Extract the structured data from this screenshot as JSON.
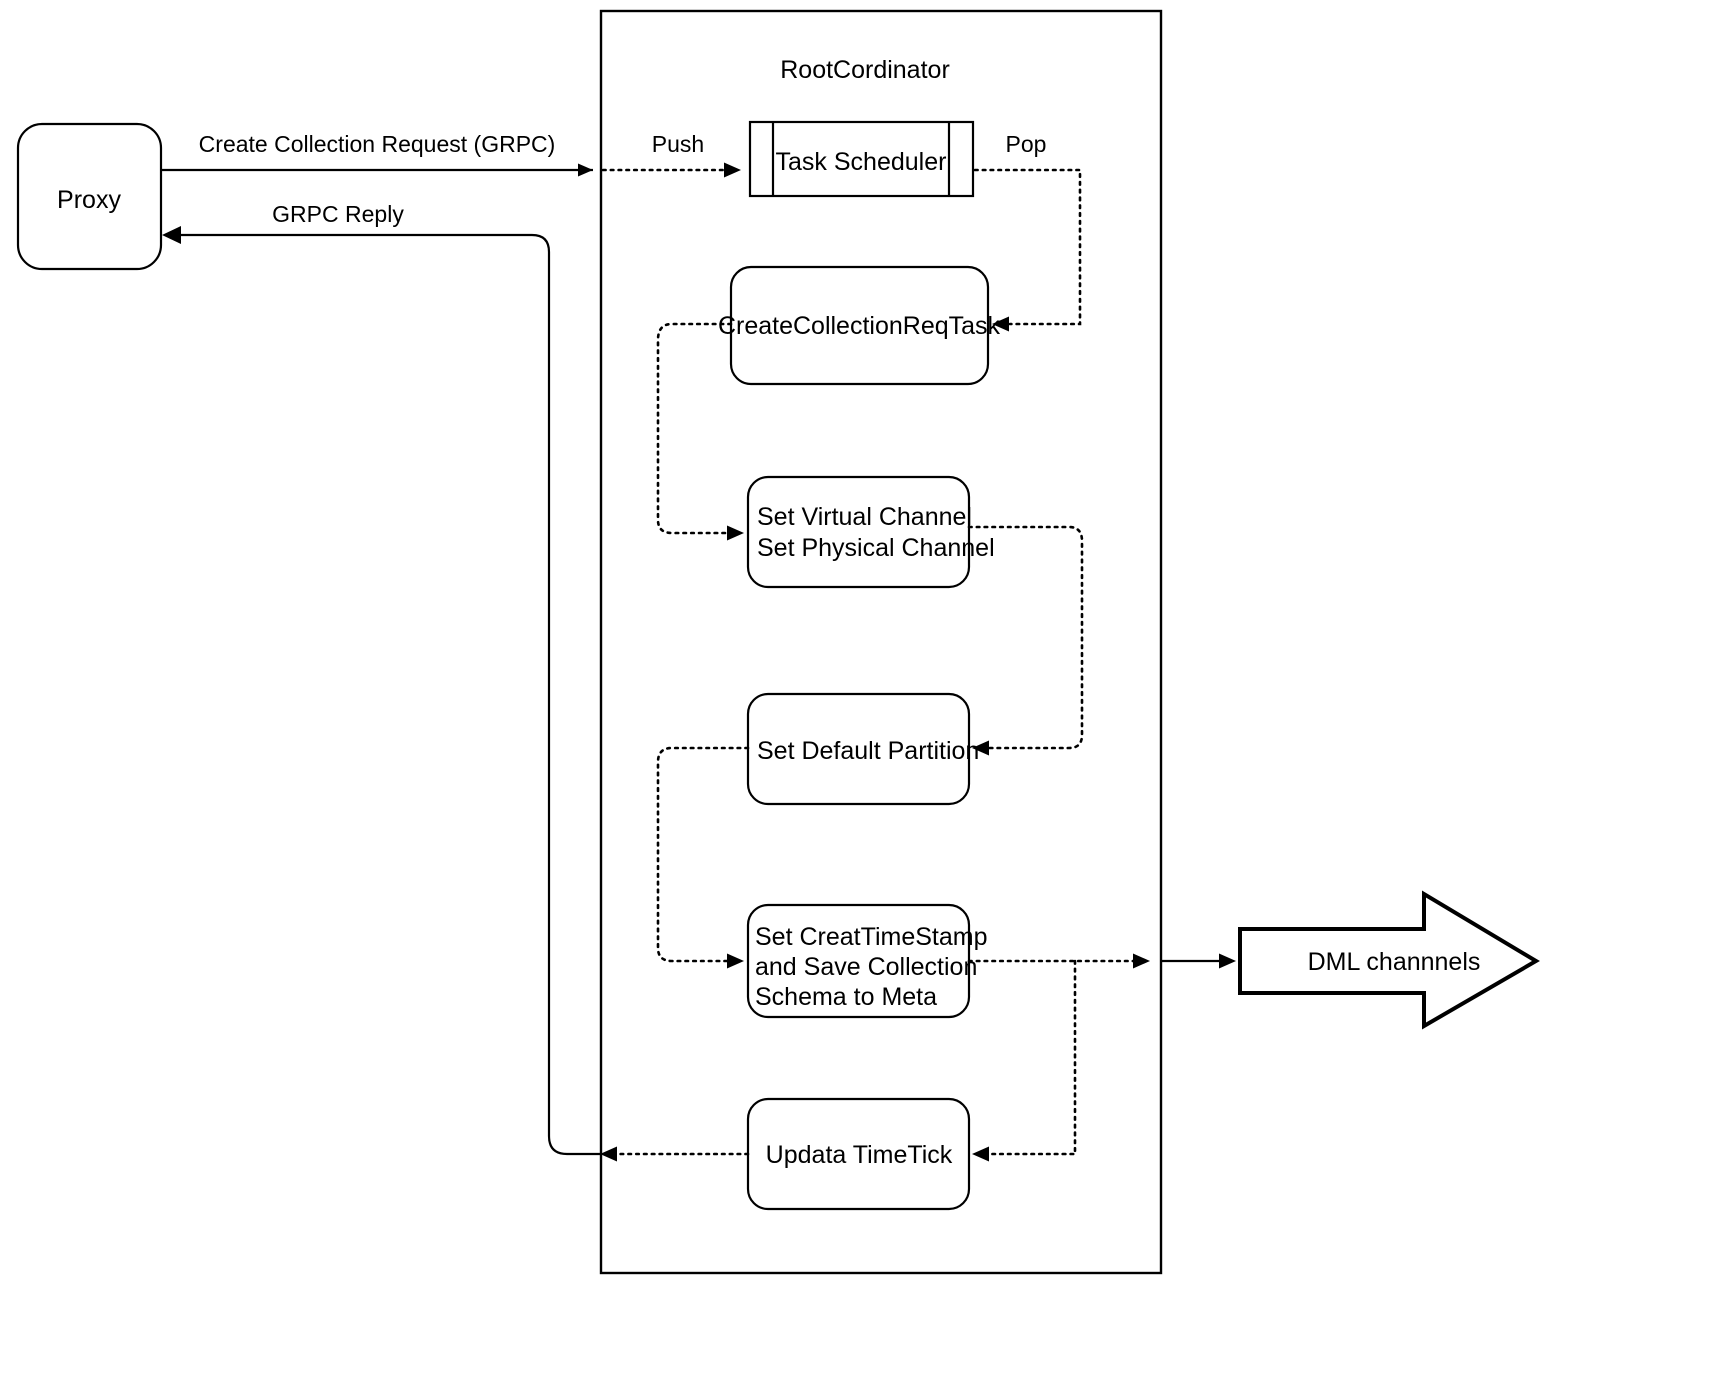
{
  "diagram": {
    "title": "RootCordinator create-collection flow",
    "container": {
      "label": "RootCordinator"
    },
    "nodes": {
      "proxy": {
        "label": "Proxy",
        "shape": "rounded-rect"
      },
      "task_scheduler": {
        "label": "Task Scheduler",
        "shape": "queue"
      },
      "create_collection_req_task": {
        "label": "CreateCollectionReqTask",
        "shape": "rounded-rect"
      },
      "set_channels": {
        "line1": "Set Virtual Channel",
        "line2": "Set Physical Channel",
        "shape": "rounded-rect"
      },
      "set_default_partition": {
        "label": "Set Default Partition",
        "shape": "rounded-rect"
      },
      "set_timestamp": {
        "line1": "Set CreatTimeStamp",
        "line2": "and Save Collection",
        "line3": "Schema to Meta",
        "shape": "rounded-rect"
      },
      "update_timetick": {
        "label": "Updata TimeTick",
        "shape": "rounded-rect"
      },
      "dml_channels": {
        "label": "DML channnels",
        "shape": "block-arrow-right"
      }
    },
    "edges": {
      "create_collection_request": {
        "label": "Create Collection Request (GRPC)",
        "style": "solid"
      },
      "grpc_reply": {
        "label": "GRPC Reply",
        "style": "solid"
      },
      "push": {
        "label": "Push",
        "style": "dotted"
      },
      "pop": {
        "label": "Pop",
        "style": "dotted"
      }
    },
    "colors": {
      "stroke": "#000000",
      "fill": "#ffffff",
      "background": "#ffffff"
    }
  }
}
